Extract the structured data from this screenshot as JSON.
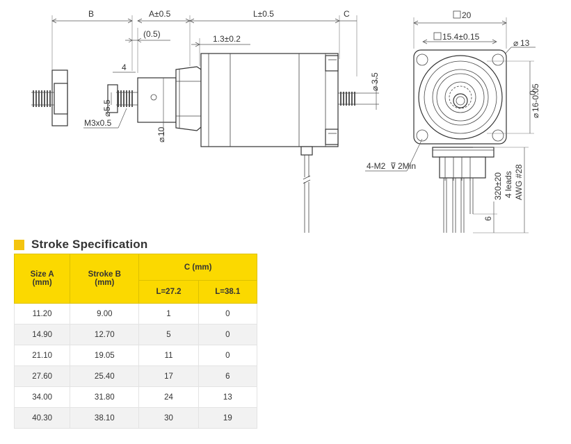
{
  "drawing": {
    "dim_B": "B",
    "dim_A": "A±0.5",
    "dim_L": "L±0.5",
    "dim_C": "C",
    "dim_05": "(0.5)",
    "dim_13": "1.3±0.2",
    "dim_4": "4",
    "dim_55": "5.5",
    "dim_m3": "M3x0.5",
    "dim_d10": "10",
    "dim_35": "3.5",
    "dim_sq20": "20",
    "dim_sq154": "15.4±0.15",
    "dim_d13": "13",
    "dim_d16_0": "0",
    "dim_d16": "16-0.05",
    "dim_m2": "4-M2",
    "dim_m2_depth": "2Min",
    "lead_length": "320±20",
    "lead_count": "4 leads",
    "lead_awg": "AWG #28",
    "dim_6": "6"
  },
  "section": {
    "title": "Stroke Specification"
  },
  "table": {
    "headers": {
      "size_a_line1": "Size A",
      "size_a_line2": "(mm)",
      "stroke_b_line1": "Stroke B",
      "stroke_b_line2": "(mm)",
      "c_group": "C (mm)",
      "c_l27": "L=27.2",
      "c_l38": "L=38.1"
    },
    "rows": [
      {
        "size_a": "11.20",
        "stroke_b": "9.00",
        "c_l27": "1",
        "c_l38": "0"
      },
      {
        "size_a": "14.90",
        "stroke_b": "12.70",
        "c_l27": "5",
        "c_l38": "0"
      },
      {
        "size_a": "21.10",
        "stroke_b": "19.05",
        "c_l27": "11",
        "c_l38": "0"
      },
      {
        "size_a": "27.60",
        "stroke_b": "25.40",
        "c_l27": "17",
        "c_l38": "6"
      },
      {
        "size_a": "34.00",
        "stroke_b": "31.80",
        "c_l27": "24",
        "c_l38": "13"
      },
      {
        "size_a": "40.30",
        "stroke_b": "38.10",
        "c_l27": "30",
        "c_l38": "19"
      }
    ]
  }
}
